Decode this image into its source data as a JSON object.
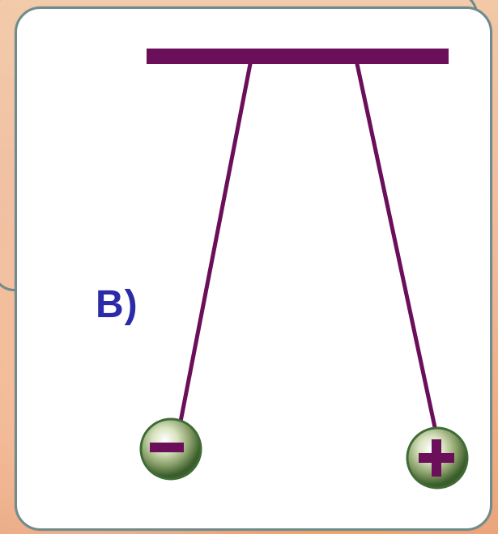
{
  "diagram": {
    "label": "B)"
  },
  "charges": {
    "left": {
      "icon": "minus-sign"
    },
    "right": {
      "icon": "plus-sign"
    }
  }
}
